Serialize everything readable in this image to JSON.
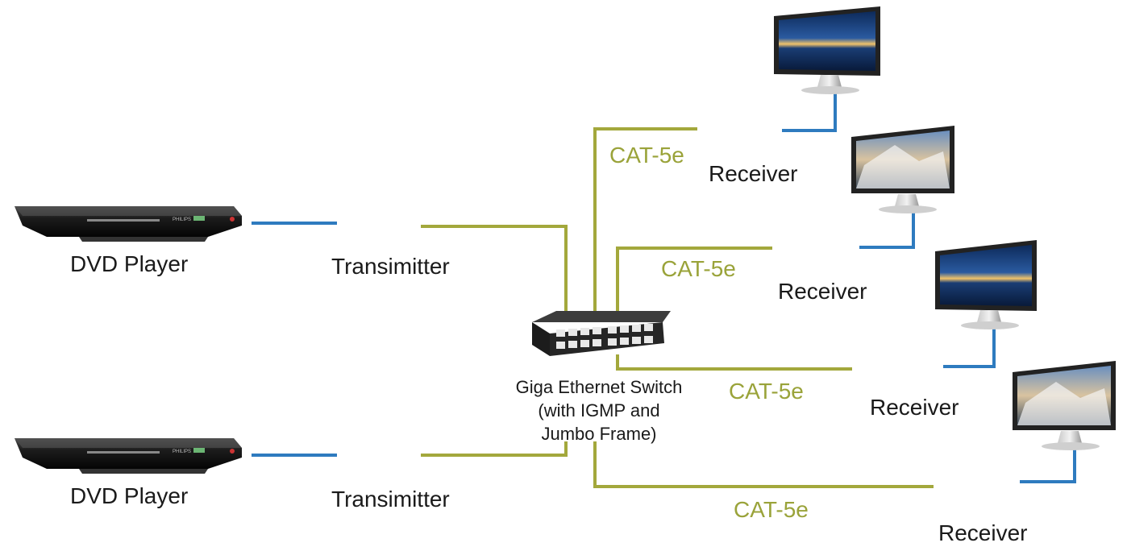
{
  "sources": [
    {
      "label": "DVD Player",
      "brand": "PHILIPS"
    },
    {
      "label": "DVD Player",
      "brand": "PHILIPS"
    }
  ],
  "transmitters": [
    {
      "label": "Transimitter"
    },
    {
      "label": "Transimitter"
    }
  ],
  "switch": {
    "label_lines": [
      "Giga Ethernet Switch",
      "(with IGMP and",
      "Jumbo Frame)"
    ]
  },
  "receivers": [
    {
      "label": "Receiver",
      "cable_label": "CAT-5e",
      "display": "city"
    },
    {
      "label": "Receiver",
      "cable_label": "CAT-5e",
      "display": "mountain"
    },
    {
      "label": "Receiver",
      "cable_label": "CAT-5e",
      "display": "city"
    },
    {
      "label": "Receiver",
      "cable_label": "CAT-5e",
      "display": "mountain"
    }
  ],
  "colors": {
    "hdmi_link": "#2e7bbf",
    "cat5e_link": "#a3a83c",
    "cat5e_text": "#9aa33a"
  }
}
